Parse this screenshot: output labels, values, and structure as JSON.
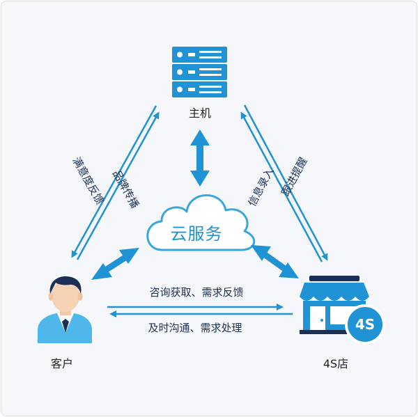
{
  "nodes": {
    "host": "主机",
    "cloud": "云服务",
    "customer": "客户",
    "store": "4S店",
    "store_badge": "4S"
  },
  "edges": {
    "satisfaction_feedback": "满意度反馈",
    "brand_promotion": "品牌传播",
    "follow_up_reminder": "跟进提醒",
    "info_entry": "信息录入",
    "consult_demand": "咨询获取、需求反馈",
    "timely_communication": "及时沟通、需求处理"
  },
  "colors": {
    "accent": "#1f93d3",
    "accent_light": "#4fb7ea",
    "navy": "#1c2f55",
    "frame_bg": "#f5f7fa"
  },
  "icons": {
    "host": "server-icon",
    "cloud": "cloud-icon",
    "customer": "person-icon",
    "store": "storefront-icon"
  }
}
